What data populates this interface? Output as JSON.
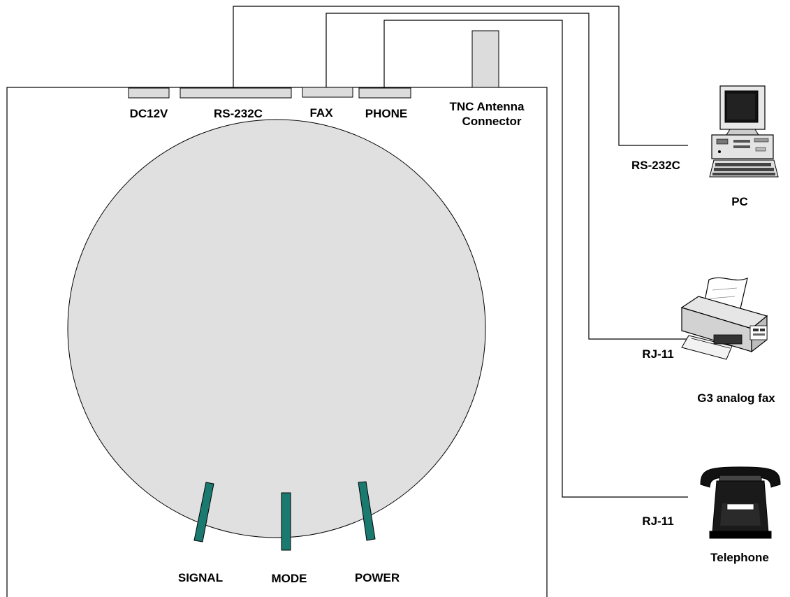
{
  "colors": {
    "port_fill": "#dcdcdc",
    "dome_fill": "#e0e0e0",
    "led_fill": "#1a7a70",
    "line": "#000000",
    "background": "#ffffff"
  },
  "device": {
    "ports": {
      "dc12v": "DC12V",
      "rs232c": "RS-232C",
      "fax": "FAX",
      "phone": "PHONE",
      "antenna_line1": "TNC Antenna",
      "antenna_line2": "Connector"
    },
    "leds": {
      "signal": "SIGNAL",
      "mode": "MODE",
      "power": "POWER"
    }
  },
  "peripherals": {
    "pc": {
      "label": "PC",
      "port_label": "RS-232C",
      "icon": "pc-computer-icon"
    },
    "fax": {
      "label": "G3 analog fax",
      "port_label": "RJ-11",
      "icon": "fax-machine-icon"
    },
    "telephone": {
      "label": "Telephone",
      "port_label": "RJ-11",
      "icon": "telephone-icon"
    }
  }
}
